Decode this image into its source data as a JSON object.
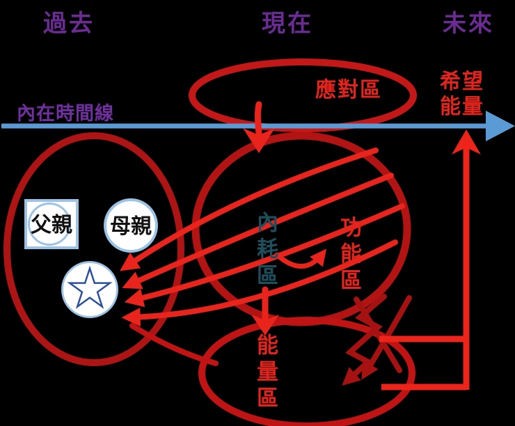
{
  "timeline_header": {
    "past": "過去",
    "present": "現在",
    "future": "未來"
  },
  "timeline": {
    "label": "內在時間線",
    "line_color": "#5b9bd5",
    "label_color": "#7030a0"
  },
  "hope_energy": {
    "line1": "希望",
    "line2": "能量",
    "color": "#e3241c"
  },
  "zones": {
    "coping": {
      "label": "應對區",
      "color": "#e3241c"
    },
    "friction": {
      "label": "內耗區",
      "color": "#1f4e5c"
    },
    "function": {
      "label": "功能區",
      "color": "#e3241c"
    },
    "energy": {
      "label": "能量區",
      "color": "#e3241c"
    }
  },
  "family": {
    "father": "父親",
    "mother": "母親",
    "star_icon": "star-icon"
  },
  "palette": {
    "background": "#000000",
    "ring_dark_red": "#b21414",
    "arrow_bright_red": "#e8241d",
    "scribble_dark_red": "#a61212",
    "timeline_blue": "#5b9bd5",
    "header_purple": "#6a2c93",
    "star_blue": "#2b4f9e",
    "light_blue_border": "#9cc2e5"
  }
}
